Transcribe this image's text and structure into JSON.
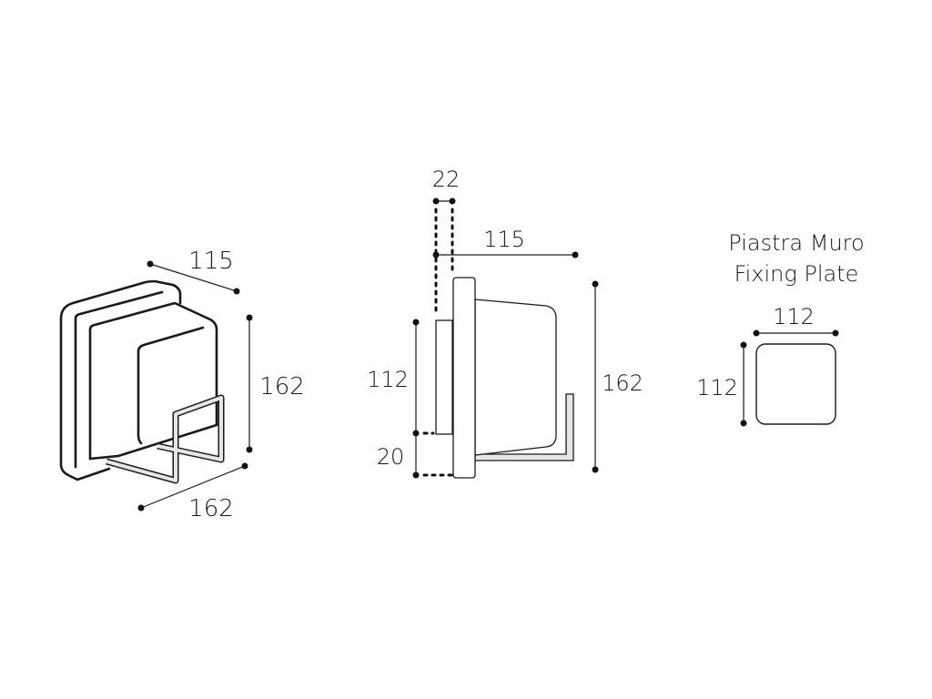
{
  "perspective_view": {
    "depth_label": "115",
    "height_label": "162",
    "width_label": "162"
  },
  "side_view": {
    "plate_thickness_label": "22",
    "depth_label": "115",
    "plate_height_label": "112",
    "offset_label": "20",
    "height_label": "162"
  },
  "fixing_plate": {
    "title_it": "Piastra Muro",
    "title_en": "Fixing Plate",
    "width_label": "112",
    "height_label": "112"
  },
  "colors": {
    "line": "#1a1a1a",
    "bracket_fill": "#e6e6e6"
  }
}
